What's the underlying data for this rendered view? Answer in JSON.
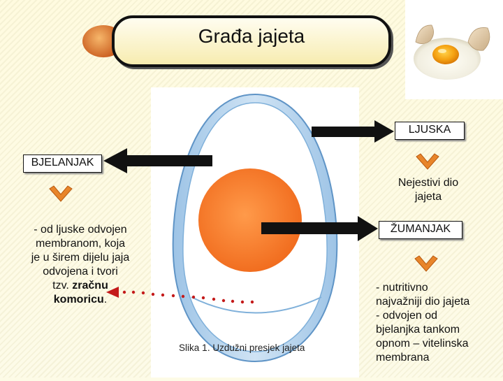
{
  "title": "Građa jajeta",
  "labels": {
    "ljuska": "LJUSKA",
    "bjelanjak": "BJELANJAK",
    "zumanjak": "ŽUMANJAK"
  },
  "bjelanjak_desc": {
    "line1": "- od ljuske odvojen",
    "line2": "membranom, koja",
    "line3": "je u širem dijelu jaja",
    "line4": "odvojena i tvori",
    "line5_prefix": "tzv. ",
    "line5_bold": "zračnu",
    "line6_bold": "komoricu",
    "line6_suffix": "."
  },
  "ljuska_desc": {
    "line1": "Nejestivi dio",
    "line2": "jajeta"
  },
  "zumanjak_desc": {
    "line1": "- nutritivno",
    "line2": "najvažniji  dio jajeta",
    "line3": "- odvojen od",
    "line4": "bjelanjka tankom",
    "line5": "opnom – vitelinska",
    "line6": "membrana"
  },
  "caption": {
    "prefix": "Slika ",
    "number": "1",
    "rest": ". Uzdužni presjek jajeta"
  },
  "colors": {
    "yolk": "#f47a2c",
    "shell": "#6fa3d1",
    "white": "#e9f2fb",
    "checkmark": "#e8852a",
    "dotted_arrow": "#c41a1a",
    "title_fill": "#f7ecb0"
  },
  "icons": [
    "check-icon",
    "arrow-right-icon",
    "arrow-left-icon",
    "dotted-arrow-icon"
  ]
}
